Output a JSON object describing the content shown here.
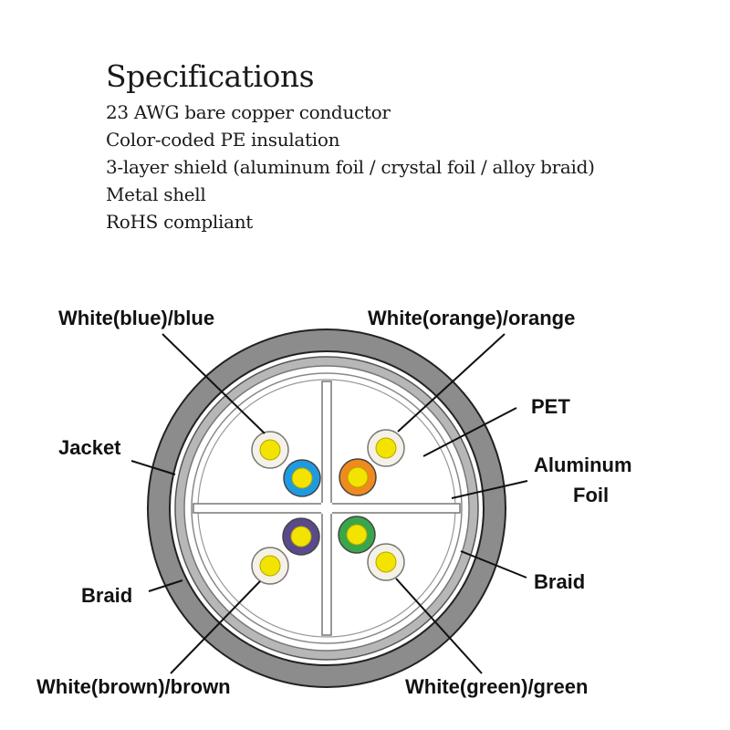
{
  "specifications": {
    "title": "Specifications",
    "items": [
      "23 AWG bare copper conductor",
      "Color-coded PE insulation",
      "3-layer shield (aluminum foil / crystal foil / alloy braid)",
      "Metal shell",
      "RoHS compliant"
    ]
  },
  "diagram": {
    "labels": {
      "pair_blue": "White(blue)/blue",
      "pair_orange": "White(orange)/orange",
      "pet": "PET",
      "jacket": "Jacket",
      "aluminum_foil_line1": "Aluminum",
      "aluminum_foil_line2": "Foil",
      "braid_left": "Braid",
      "braid_right": "Braid",
      "pair_brown": "White(brown)/brown",
      "pair_green": "White(green)/green"
    },
    "colors": {
      "jacket": "#8c8c8c",
      "white_insulation_ring": "#f5f1e6",
      "copper_core": "#f2e400",
      "blue": "#1e9be0",
      "orange": "#f08a1e",
      "brown": "#5a4a8c",
      "green": "#3aa64a"
    }
  }
}
